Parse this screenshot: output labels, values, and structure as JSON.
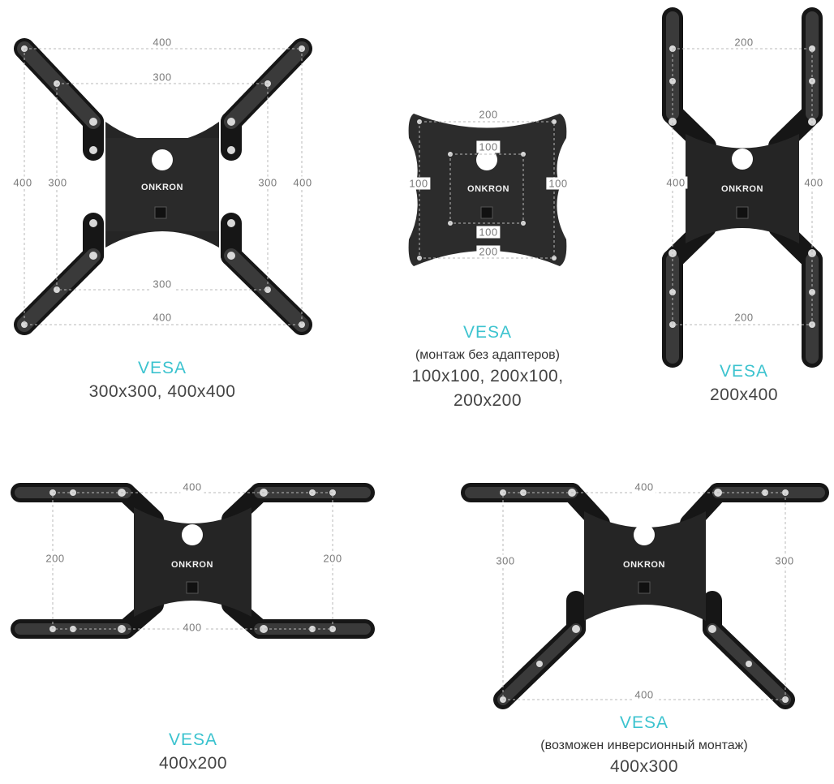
{
  "brand_logo_text": "ONKRON",
  "colors": {
    "accent": "#3cc3cf",
    "mount": "#2b2b2b",
    "dimension_line": "#b8b8b8"
  },
  "mounts": [
    {
      "id": "mount-300-400",
      "dims": [
        "400",
        "300",
        "400",
        "300",
        "300",
        "400",
        "300",
        "400"
      ],
      "vesa": "VESA",
      "note": "",
      "sizes": [
        "300x300, 400x400"
      ]
    },
    {
      "id": "mount-100-200",
      "dims": [
        "200",
        "100",
        "100",
        "100",
        "100",
        "200"
      ],
      "vesa": "VESA",
      "note": "(монтаж без адаптеров)",
      "sizes": [
        "100x100, 200x100,",
        "200x200"
      ]
    },
    {
      "id": "mount-200x400",
      "dims": [
        "200",
        "400",
        "400",
        "200"
      ],
      "vesa": "VESA",
      "note": "",
      "sizes": [
        "200x400"
      ]
    },
    {
      "id": "mount-400x200",
      "dims": [
        "400",
        "200",
        "200",
        "400"
      ],
      "vesa": "VESA",
      "note": "",
      "sizes": [
        "400x200"
      ]
    },
    {
      "id": "mount-400x300",
      "dims": [
        "400",
        "300",
        "300",
        "400"
      ],
      "vesa": "VESA",
      "note": "(возможен инверсионный монтаж)",
      "sizes": [
        "400x300"
      ]
    }
  ]
}
